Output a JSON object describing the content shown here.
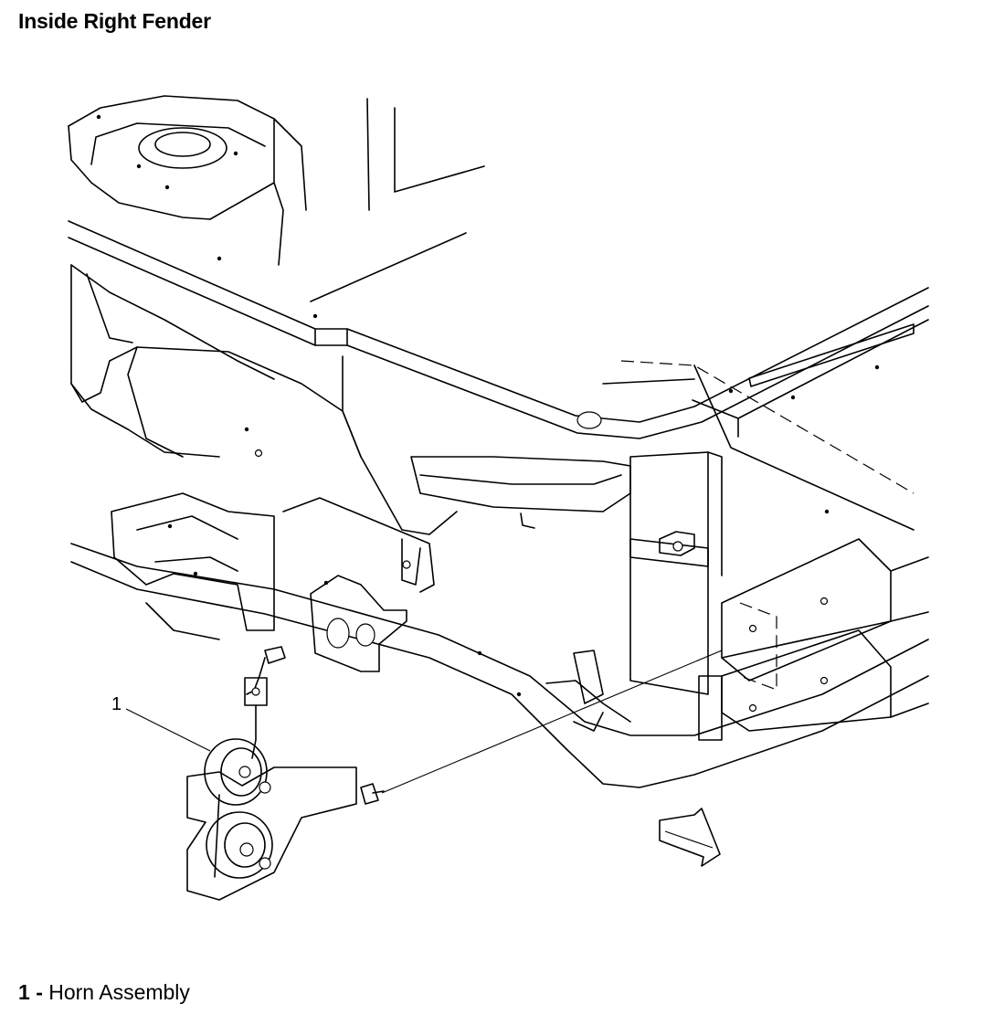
{
  "title": "Inside Right Fender",
  "callouts": [
    {
      "number": "1"
    }
  ],
  "legend": [
    {
      "number": "1",
      "separator": "-",
      "label": "Horn Assembly"
    }
  ]
}
